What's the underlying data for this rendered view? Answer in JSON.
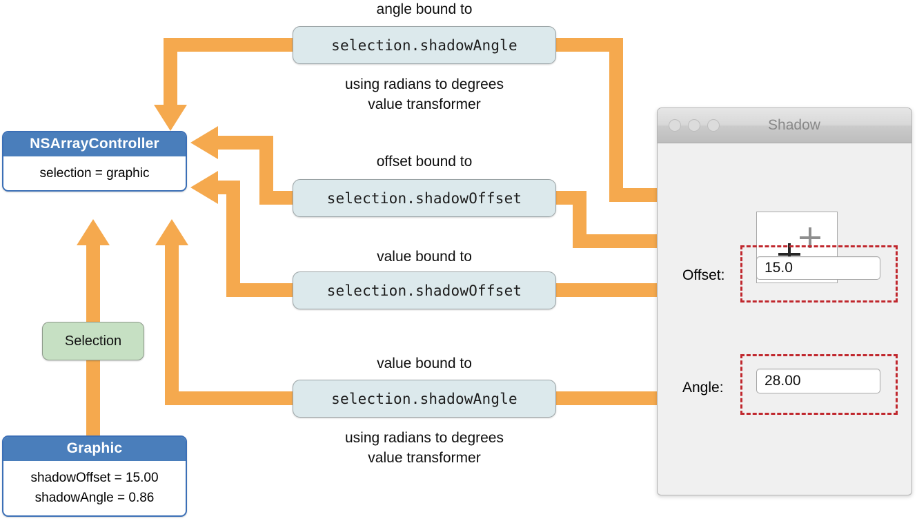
{
  "diagram": {
    "title": "Cocoa bindings diagram: NSArrayController selection bound to Shadow window controls",
    "accent_orange": "#f5a94e",
    "keypath_fill": "#dce9ec",
    "model_header": "#4a7ebb",
    "highlight_red": "#c0272d",
    "selection_green": "#c6e0c3"
  },
  "controller_box": {
    "title": "NSArrayController",
    "body_lines": [
      "selection = graphic"
    ]
  },
  "graphic_box": {
    "title": "Graphic",
    "body_lines": [
      "shadowOffset = 15.00",
      "shadowAngle = 0.86"
    ]
  },
  "selection_pill": {
    "label": "Selection"
  },
  "bindings": [
    {
      "caption_above": "angle bound to",
      "keypath": "selection.shadowAngle",
      "caption_below": "using radians to degrees\nvalue transformer",
      "caption_below_line1": "using radians to degrees",
      "caption_below_line2": "value transformer"
    },
    {
      "caption_above": "offset bound to",
      "keypath": "selection.shadowOffset",
      "caption_below_line1": "",
      "caption_below_line2": ""
    },
    {
      "caption_above": "value bound to",
      "keypath": "selection.shadowOffset",
      "caption_below_line1": "",
      "caption_below_line2": ""
    },
    {
      "caption_above": "value bound to",
      "keypath": "selection.shadowAngle",
      "caption_below_line1": "using radians to degrees",
      "caption_below_line2": "value transformer"
    }
  ],
  "window": {
    "title": "Shadow",
    "traffic_lights": [
      "close-button",
      "minimize-button",
      "zoom-button"
    ],
    "preview": {
      "name": "shadow-preview-well",
      "marks": [
        "shadow-cross-light",
        "object-cross-dark"
      ]
    },
    "fields": [
      {
        "label": "Offset:",
        "value": "15.0",
        "highlighted": true
      },
      {
        "label": "Angle:",
        "value": "28.00",
        "highlighted": true
      }
    ]
  }
}
